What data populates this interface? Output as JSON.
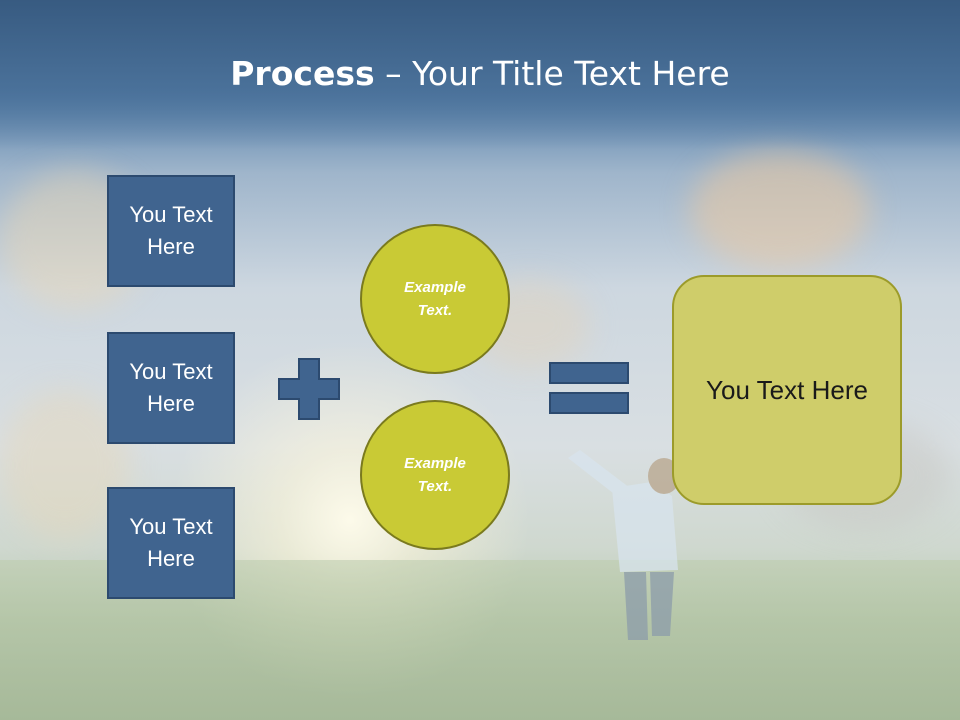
{
  "slide": {
    "title_bold": "Process",
    "title_rest": " – Your Title Text Here"
  },
  "left_boxes": [
    {
      "text": "You Text Here"
    },
    {
      "text": "You Text Here"
    },
    {
      "text": "You Text Here"
    }
  ],
  "circles": [
    {
      "text": "Example Text."
    },
    {
      "text": "Example Text."
    }
  ],
  "result": {
    "text": "You Text Here"
  },
  "operators": {
    "plus": "plus-icon",
    "equals": "equals-icon"
  },
  "colors": {
    "title_band": "#3f6a94",
    "box_fill": "#40648f",
    "circle_fill": "#c9ca35",
    "result_fill": "#cfcd6a"
  }
}
